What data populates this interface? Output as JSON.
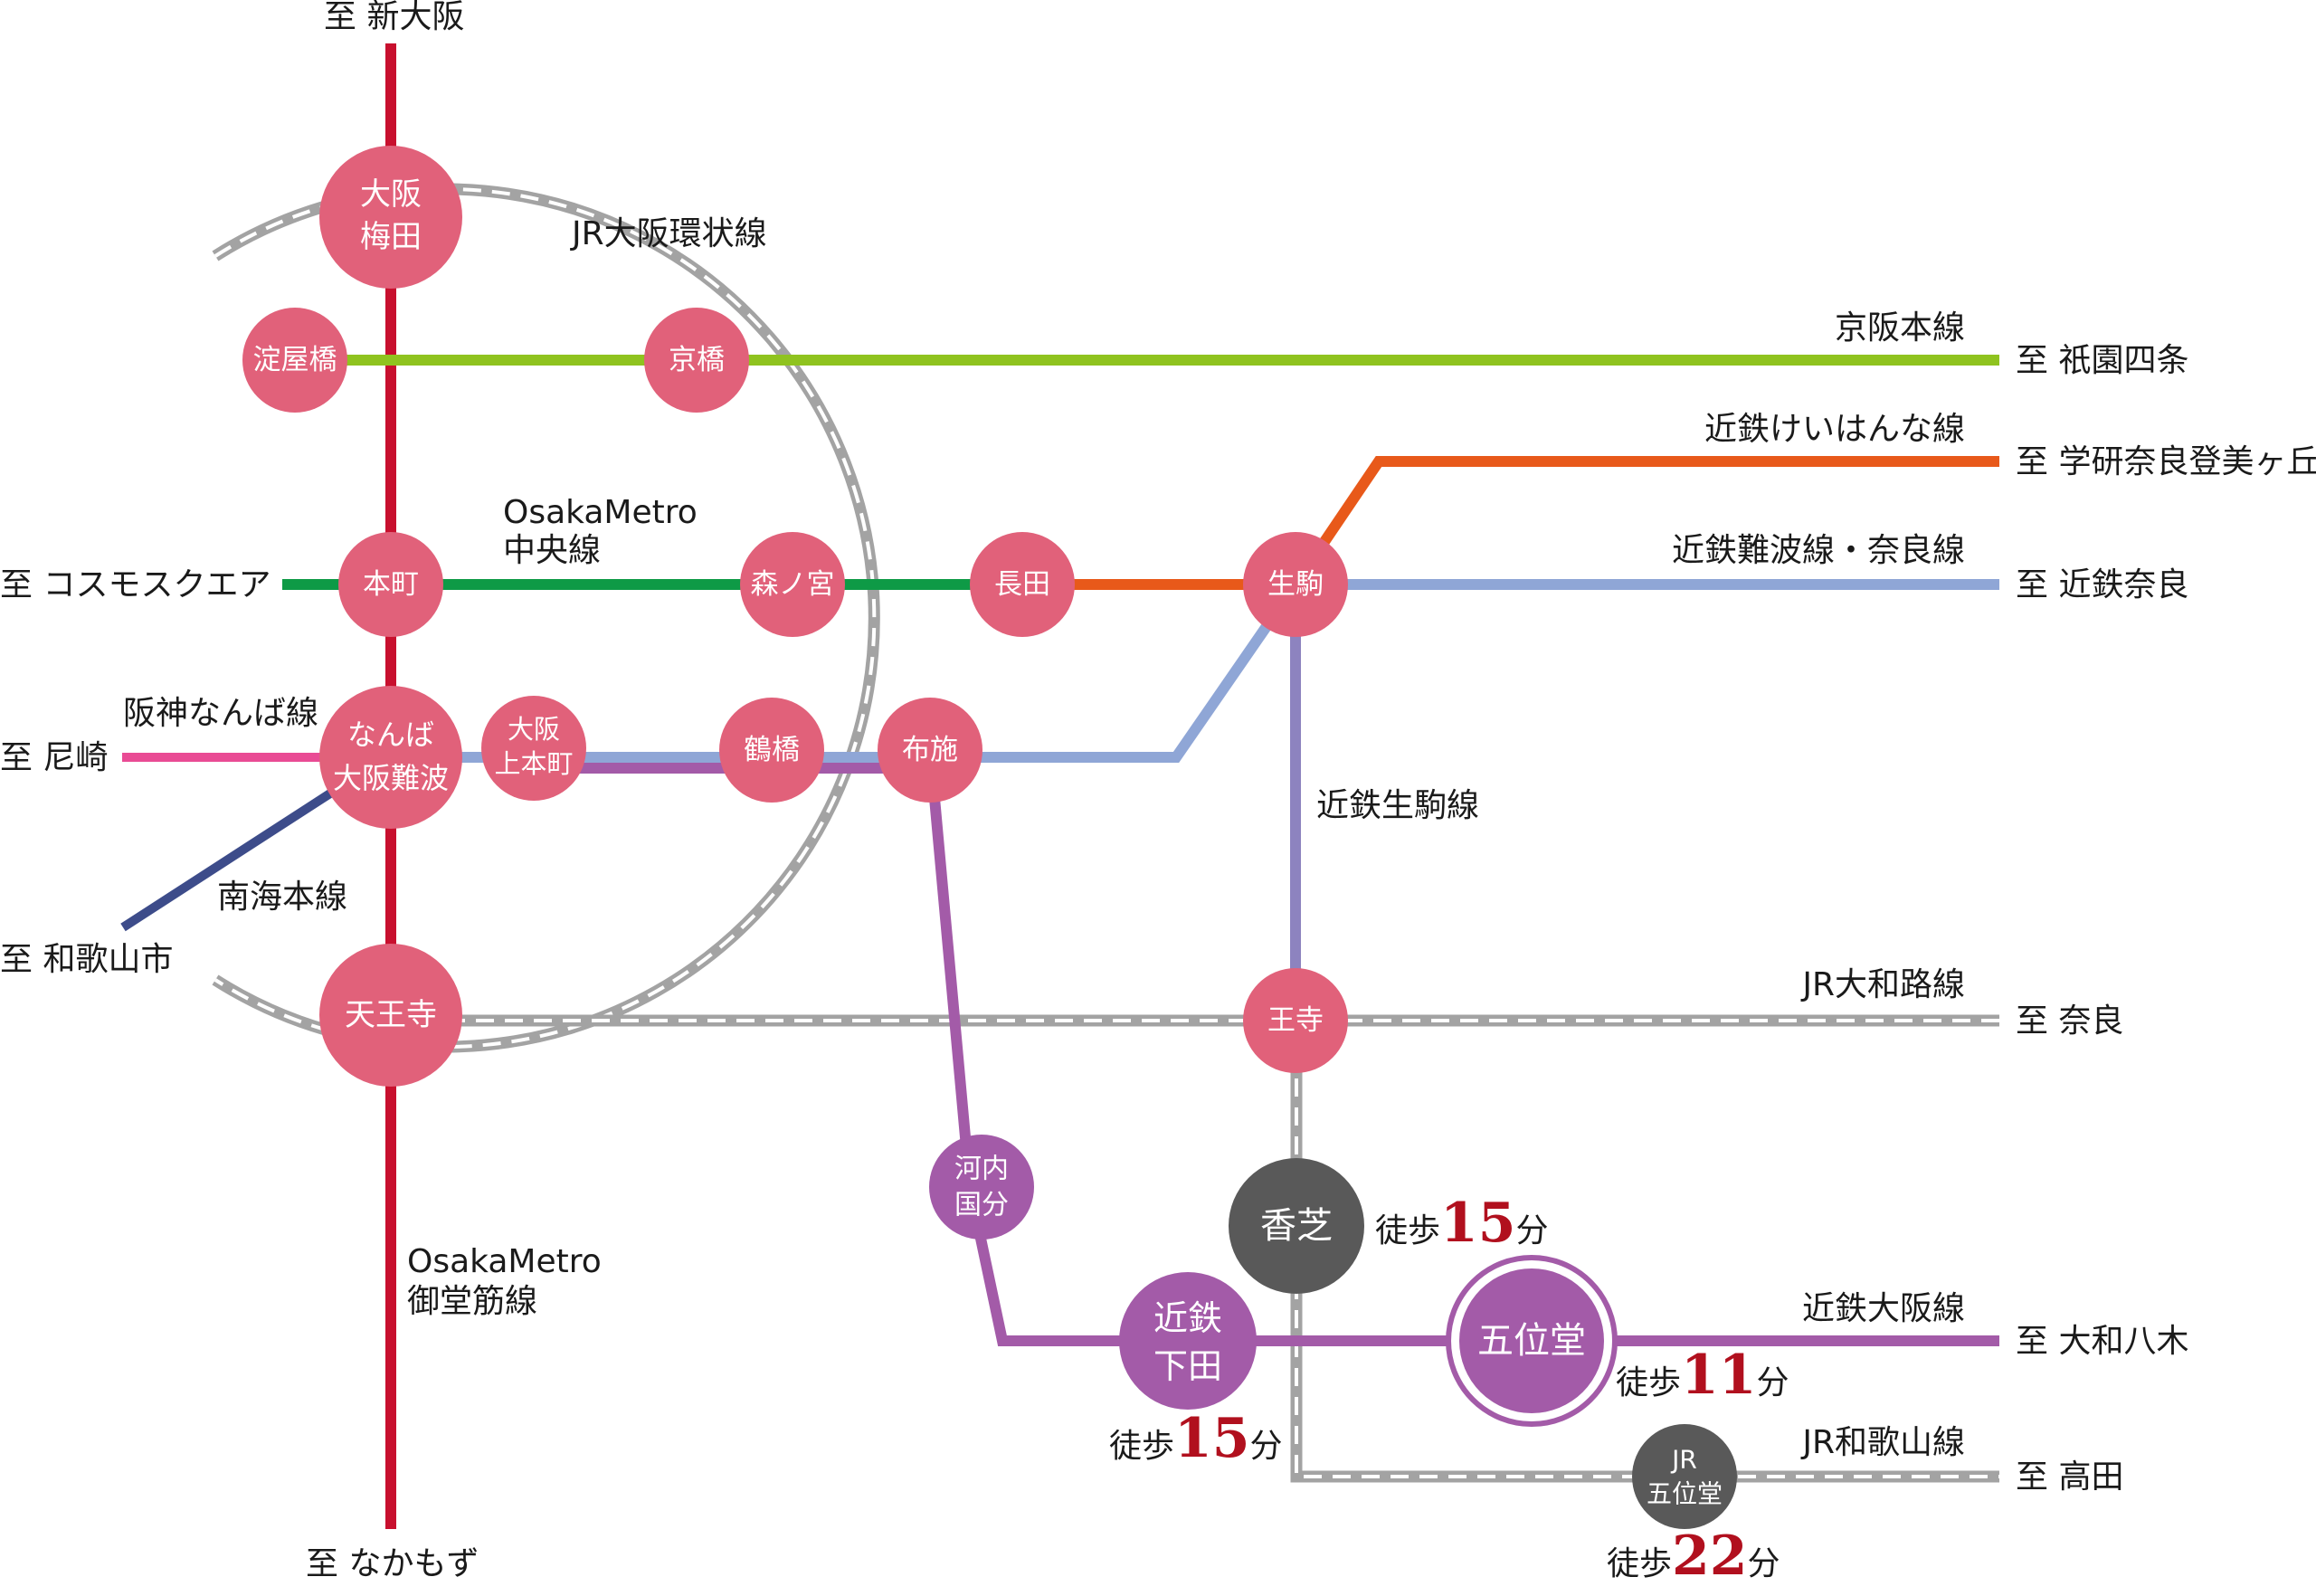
{
  "colors": {
    "midosuji": "#c8102e",
    "jr": "#a3a3a3",
    "keihan": "#8fc31f",
    "chuo": "#0e9a46",
    "keihanna": "#e8591a",
    "kintetsu_nara": "#8fa6d6",
    "hanshin": "#e94b94",
    "nankai": "#3d4c8a",
    "ikoma": "#8d83bf",
    "osaka_line": "#a35ba8",
    "station_pink": "#e1617a",
    "station_purple": "#a35ba8",
    "station_dark": "#595959",
    "walk_number": "#b1101e"
  },
  "destinations": {
    "shin_osaka": "至 新大阪",
    "nakamozu": "至 なかもず",
    "gion_shijo": "至 祇園四条",
    "gakken": "至 学研奈良登美ヶ丘",
    "kintetsu_nara": "至 近鉄奈良",
    "nara": "至 奈良",
    "yamato_yagi": "至 大和八木",
    "takada": "至 高田",
    "cosmo_square": "至 コスモスクエア",
    "amagasaki": "至 尼崎",
    "wakayamashi": "至 和歌山市"
  },
  "lines": {
    "jr_loop": "JR大阪環状線",
    "keihan": "京阪本線",
    "keihanna": "近鉄けいはんな線",
    "kintetsu_namba_nara": "近鉄難波線・奈良線",
    "chuo_1": "OsakaMetro",
    "chuo_2": "中央線",
    "hanshin": "阪神なんば線",
    "nankai": "南海本線",
    "ikoma": "近鉄生駒線",
    "yamatoji": "JR大和路線",
    "midosuji_1": "OsakaMetro",
    "midosuji_2": "御堂筋線",
    "kintetsu_osaka": "近鉄大阪線",
    "wakayama": "JR和歌山線"
  },
  "stations": {
    "umeda_1": "大阪",
    "umeda_2": "梅田",
    "yodoyabashi": "淀屋橋",
    "kyobashi": "京橋",
    "honmachi": "本町",
    "morinomiya": "森ノ宮",
    "nagata": "長田",
    "ikoma": "生駒",
    "namba_1": "なんば",
    "namba_2": "大阪難波",
    "uehommachi_1": "大阪",
    "uehommachi_2": "上本町",
    "tsuruhashi": "鶴橋",
    "fuse": "布施",
    "tennoji": "天王寺",
    "oji": "王寺",
    "kawachi_1": "河内",
    "kawachi_2": "国分",
    "kashiba": "香芝",
    "shimoda_1": "近鉄",
    "shimoda_2": "下田",
    "goido": "五位堂",
    "jr_goido_1": "JR",
    "jr_goido_2": "五位堂"
  },
  "walk_times": [
    {
      "prefix": "徒歩",
      "minutes": "15",
      "suffix": "分"
    },
    {
      "prefix": "徒歩",
      "minutes": "15",
      "suffix": "分"
    },
    {
      "prefix": "徒歩",
      "minutes": "11",
      "suffix": "分"
    },
    {
      "prefix": "徒歩",
      "minutes": "22",
      "suffix": "分"
    }
  ]
}
